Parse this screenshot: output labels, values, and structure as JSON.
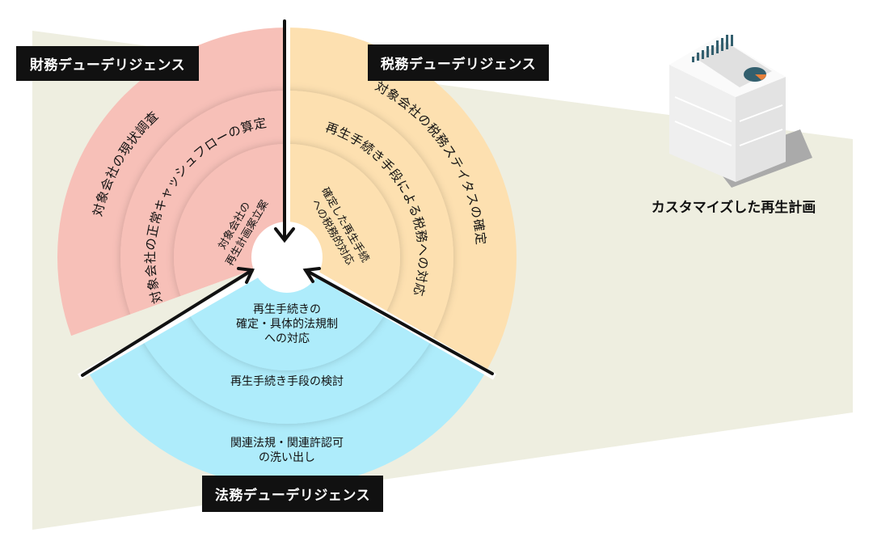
{
  "sections": {
    "financial": {
      "title": "財務デューデリジェンス",
      "outer": "対象会社の現状調査",
      "middle": "対象会社の正常キャッシュフローの算定",
      "inner": [
        "対象会社の",
        "再生計画案立案"
      ],
      "color": "#f7c0b8"
    },
    "tax": {
      "title": "税務デューデリジェンス",
      "outer": "対象会社の税務ステイタスの確定",
      "middle": "再生手続き手段による税務への対応",
      "inner": [
        "確定した再生手続",
        "への税務的対応"
      ],
      "color": "#fde0b0"
    },
    "legal": {
      "title": "法務デューデリジェンス",
      "outer": [
        "関連法規・関連許認可",
        "の洗い出し"
      ],
      "middle": "再生手続き手段の検討",
      "inner": [
        "再生手続きの",
        "確定・具体的法規制",
        "への対応"
      ],
      "color": "#aeecfb"
    }
  },
  "result": {
    "caption": "カスタマイズした再生計画"
  },
  "colors": {
    "background_band": "#eeeee0",
    "chart_bar": "#335f6e",
    "pie_accent": "#e8803a"
  }
}
